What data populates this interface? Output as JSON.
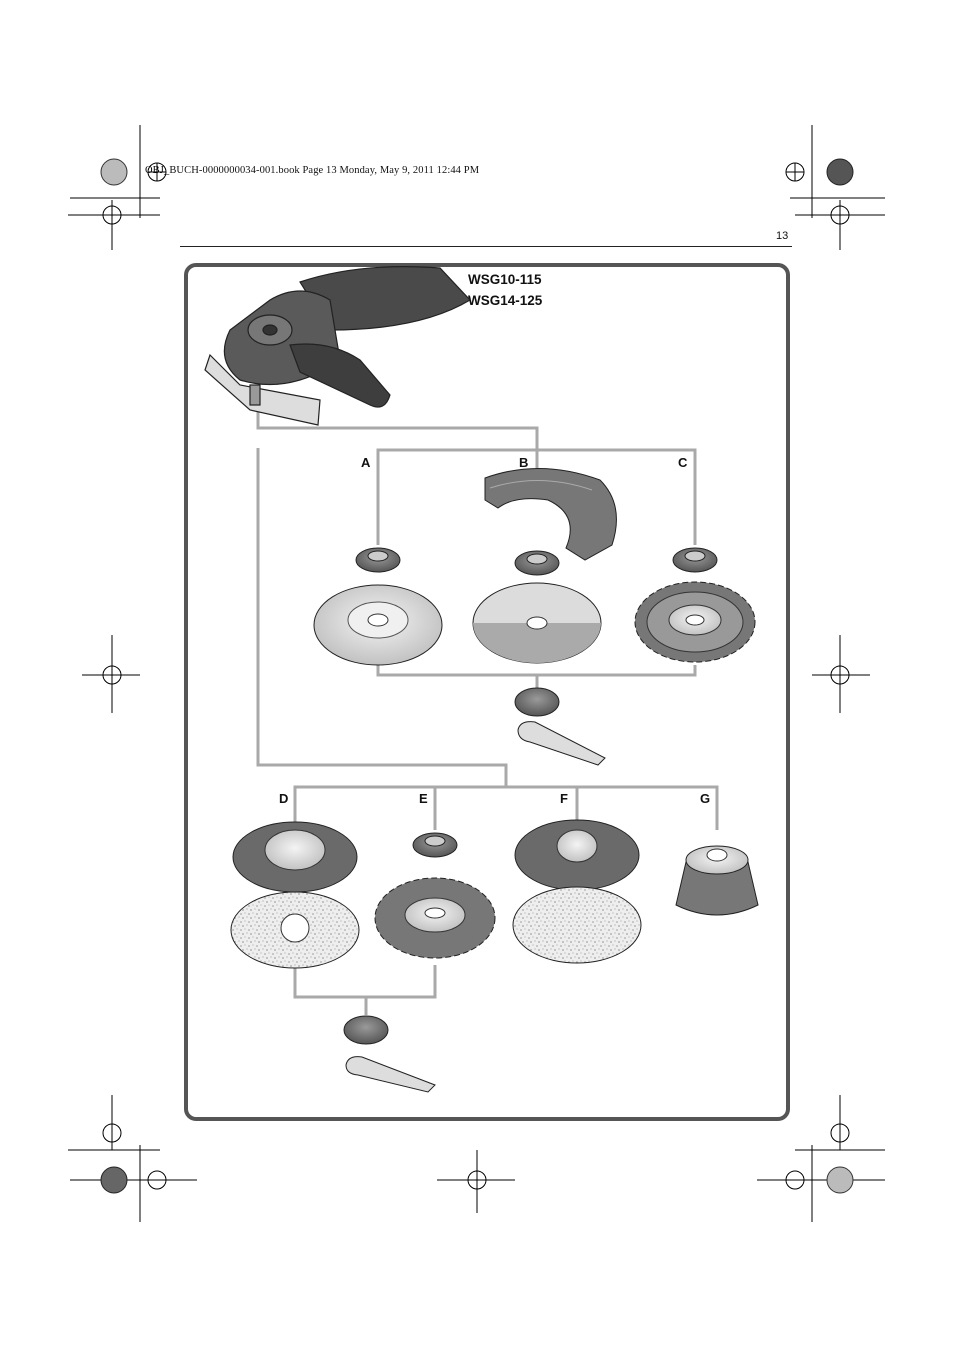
{
  "header": {
    "book_line": "OBJ_BUCH-0000000034-001.book  Page 13  Monday, May 9, 2011  12:44 PM",
    "page_number": "13"
  },
  "models": [
    "WSG10-115",
    "WSG14-125"
  ],
  "labels": {
    "A": "A",
    "B": "B",
    "C": "C",
    "D": "D",
    "E": "E",
    "F": "F",
    "G": "G"
  },
  "colors": {
    "connector": "#a9a9a9",
    "frame": "#555555",
    "tool_body": "#4a4a4a"
  }
}
